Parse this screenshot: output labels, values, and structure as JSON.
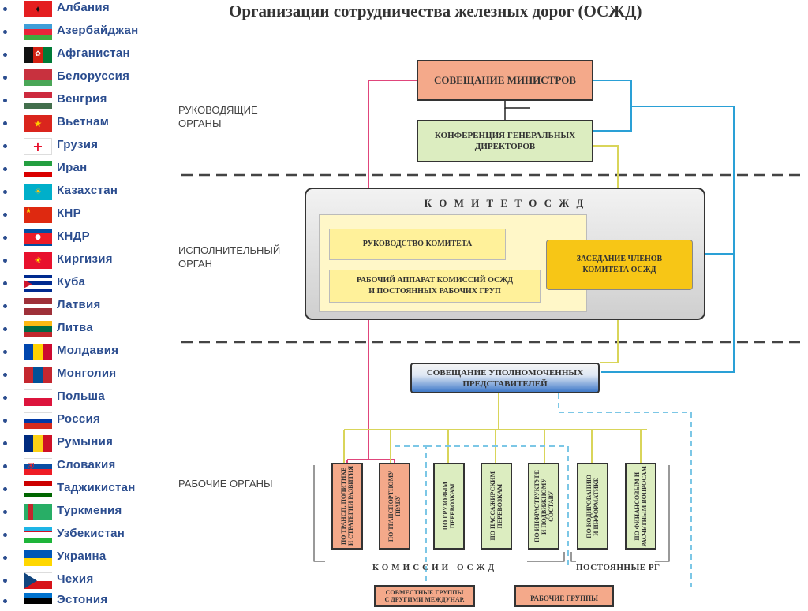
{
  "countries": [
    {
      "name": "Албания"
    },
    {
      "name": "Азербайджан"
    },
    {
      "name": "Афганистан"
    },
    {
      "name": "Белоруссия"
    },
    {
      "name": "Венгрия"
    },
    {
      "name": "Вьетнам"
    },
    {
      "name": "Грузия"
    },
    {
      "name": "Иран"
    },
    {
      "name": "Казахстан"
    },
    {
      "name": "КНР"
    },
    {
      "name": "КНДР"
    },
    {
      "name": "Киргизия"
    },
    {
      "name": "Куба"
    },
    {
      "name": "Латвия"
    },
    {
      "name": "Литва"
    },
    {
      "name": "Молдавия"
    },
    {
      "name": "Монголия"
    },
    {
      "name": "Польша"
    },
    {
      "name": "Россия"
    },
    {
      "name": "Румыния"
    },
    {
      "name": "Словакия"
    },
    {
      "name": "Таджикистан"
    },
    {
      "name": "Туркмения"
    },
    {
      "name": "Узбекистан"
    },
    {
      "name": "Украина"
    },
    {
      "name": "Чехия"
    },
    {
      "name": "Эстония"
    }
  ],
  "diagram": {
    "title": "Организации сотрудничества железных дорог (ОСЖД)",
    "levels": {
      "governing": "РУКОВОДЯЩИЕ\nОРГАНЫ",
      "executive": "ИСПОЛНИТЕЛЬНЫЙ\nОРГАН",
      "working": "РАБОЧИЕ ОРГАНЫ"
    },
    "ministers": "СОВЕЩАНИЕ МИНИСТРОВ",
    "directors": "КОНФЕРЕНЦИЯ ГЕНЕРАЛЬНЫХ\nДИРЕКТОРОВ",
    "committee": "К О М И Т Е Т   О С Ж Д",
    "leadership": "РУКОВОДСТВО КОМИТЕТА",
    "apparatus": "РАБОЧИЙ АППАРАТ КОМИССИЙ ОСЖД\nИ ПОСТОЯННЫХ РАБОЧИХ ГРУП",
    "members_meeting": "ЗАСЕДАНИЕ ЧЛЕНОВ\nКОМИТЕТА ОСЖД",
    "authorized": "СОВЕЩАНИЕ УПОЛНОМОЧЕННЫХ\nПРЕДСТАВИТЕЛЕЙ",
    "commissions": [
      "ПО ТРАНСП. ПОЛИТИКЕ\nИ СТРАТЕГИИ РАЗВИТИЯ",
      "ПО ТРАНСПОРТНОМУ\nПРАВУ",
      "ПО ГРУЗОВЫМ\nПЕРЕВОЗКАМ",
      "ПО ПАССАЖИРСКИМ\nПЕРЕВОЗКАМ",
      "ПО ИНФРАСТРУКТУРЕ\nИ ПОДВИЖНОМУ\nСОСТАВУ"
    ],
    "permanent_groups": [
      "ПО КОДИРОВАНИЮ\nИ ИНФОРМАТИКЕ",
      "ПО ФИНАНСОВЫМ И\nРАСЧЕТНЫМ ВОПРОСАМ"
    ],
    "commissions_caption": "КОМИССИИ  ОСЖД",
    "permanent_caption": "ПОСТОЯННЫЕ РГ",
    "joint_groups": "СОВМЕСТНЫЕ ГРУППЫ\nС ДРУГИМИ МЕЖДУНАР.",
    "work_groups": "РАБОЧИЕ ГРУППЫ"
  },
  "colors": {
    "country_text": "#2b4d8f",
    "ministers_fill": "#f4a98a",
    "directors_fill": "#dcedc0",
    "committee_fill": "#e2e2e2",
    "inner_fill": "#fff7c8",
    "members_fill": "#f7c616",
    "commission_red_fill": "#f4a98a",
    "commission_green_fill": "#dcedc0",
    "line_red": "#e0457b",
    "line_blue": "#2aa0d6",
    "line_yellow": "#d9d55a"
  }
}
